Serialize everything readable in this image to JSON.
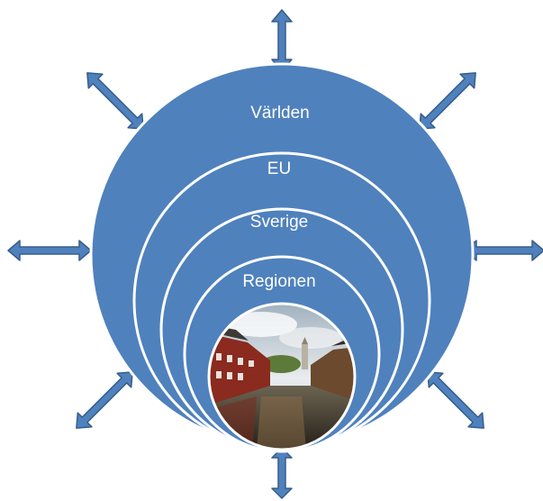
{
  "diagram": {
    "rings": [
      {
        "label": "Världen"
      },
      {
        "label": "EU"
      },
      {
        "label": "Sverige"
      },
      {
        "label": "Regionen"
      }
    ],
    "center_image": "river-town-photo",
    "arrow_icon": "double-headed-arrow-icon",
    "colors": {
      "ring_fill": "#4f81bd",
      "ring_stroke": "#ffffff",
      "arrow_fill": "#4f81bd",
      "arrow_stroke": "#385d8a"
    }
  }
}
